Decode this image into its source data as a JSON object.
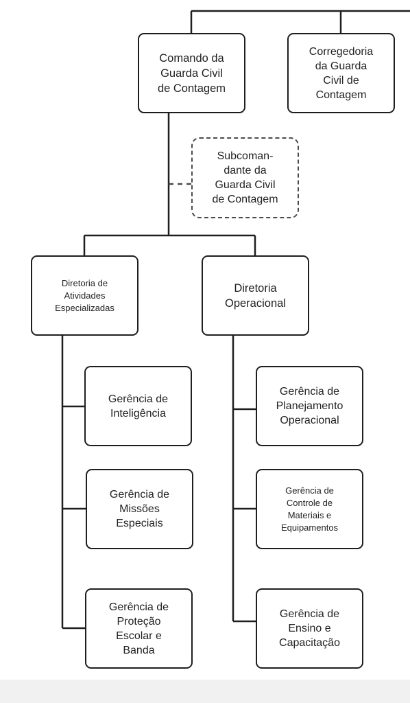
{
  "nodes": {
    "comando": "Comando da\nGuarda Civil\nde Contagem",
    "corregedoria": "Corregedoria\nda Guarda\nCivil de\nContagem",
    "subcomandante": "Subcoman-\ndante da\nGuarda Civil\nde Contagem",
    "diretoria_atividades": "Diretoria de\nAtividades\nEspecializadas",
    "diretoria_operacional": "Diretoria\nOperacional",
    "gerencia_inteligencia": "Gerência de\nInteligência",
    "gerencia_missoes": "Gerência de\nMissões\nEspeciais",
    "gerencia_protecao": "Gerência de\nProteção\nEscolar e\nBanda",
    "gerencia_planejamento": "Gerência de\nPlanejamento\nOperacional",
    "gerencia_controle": "Gerência de\nControle de\nMateriais e\nEquipamentos",
    "gerencia_ensino": "Gerência de\nEnsino e\nCapacitação"
  }
}
